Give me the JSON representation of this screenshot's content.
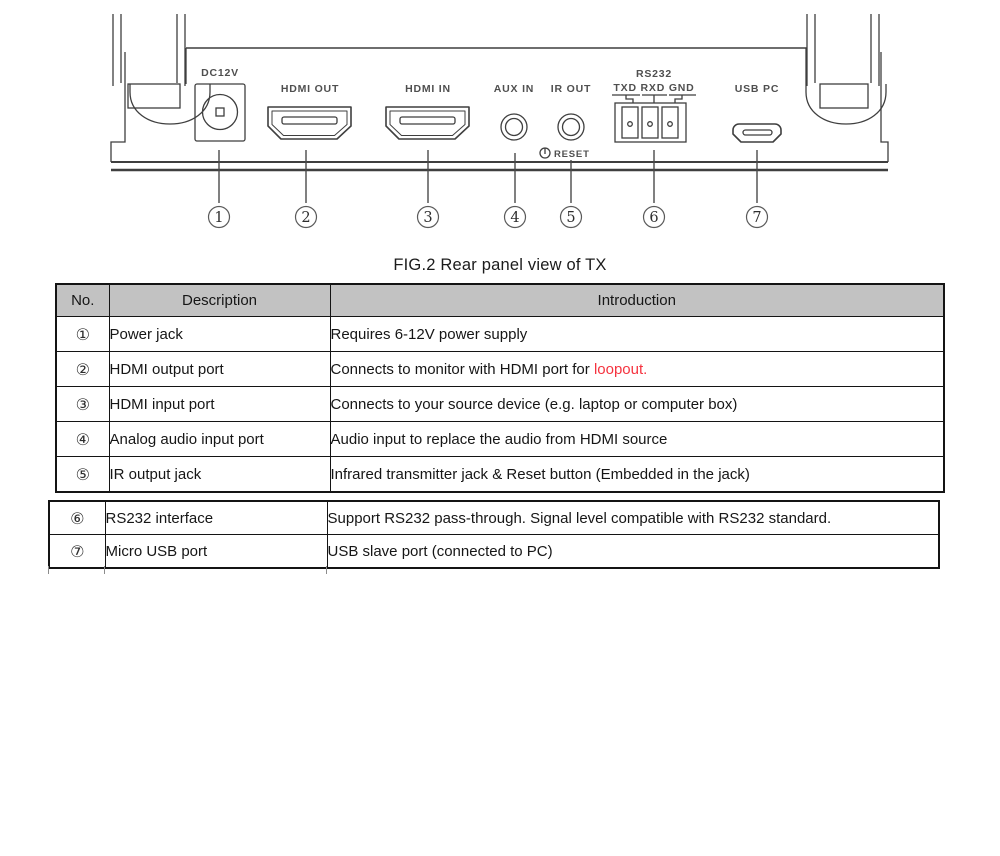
{
  "figure": {
    "caption": "FIG.2 Rear panel view of TX",
    "labels": {
      "dc": "DC12V",
      "hdmi_out": "HDMI OUT",
      "hdmi_in": "HDMI IN",
      "aux": "AUX IN",
      "ir": "IR OUT",
      "rs232": "RS232",
      "rs232_pins": "TXD RXD GND",
      "usb": "USB PC",
      "reset": "RESET"
    },
    "callouts": [
      "1",
      "2",
      "3",
      "4",
      "5",
      "6",
      "7"
    ]
  },
  "table": {
    "headers": [
      "No.",
      "Description",
      "Introduction"
    ],
    "rows": [
      {
        "no": "①",
        "desc": "Power jack",
        "intro": "Requires 6-12V power supply"
      },
      {
        "no": "②",
        "desc": "HDMI output port",
        "intro": "Connects to monitor with HDMI port for ",
        "intro_red": "loopout."
      },
      {
        "no": "③",
        "desc": "HDMI input port",
        "intro": "Connects to your source device (e.g. laptop or computer box)"
      },
      {
        "no": "④",
        "desc": "Analog audio input port",
        "intro": "Audio input to replace the audio from HDMI source"
      },
      {
        "no": "⑤",
        "desc": "IR output jack",
        "intro": "Infrared transmitter jack & Reset button (Embedded in the jack)"
      },
      {
        "no": "⑥",
        "desc": "RS232 interface",
        "intro": "Support RS232 pass-through. Signal level compatible with RS232 standard."
      },
      {
        "no": "⑦",
        "desc": "Micro USB port",
        "intro": "USB slave port (connected to PC)"
      }
    ],
    "colors": {
      "highlight_red": "#f5333f",
      "header_bg": "#c2c2c2"
    }
  }
}
